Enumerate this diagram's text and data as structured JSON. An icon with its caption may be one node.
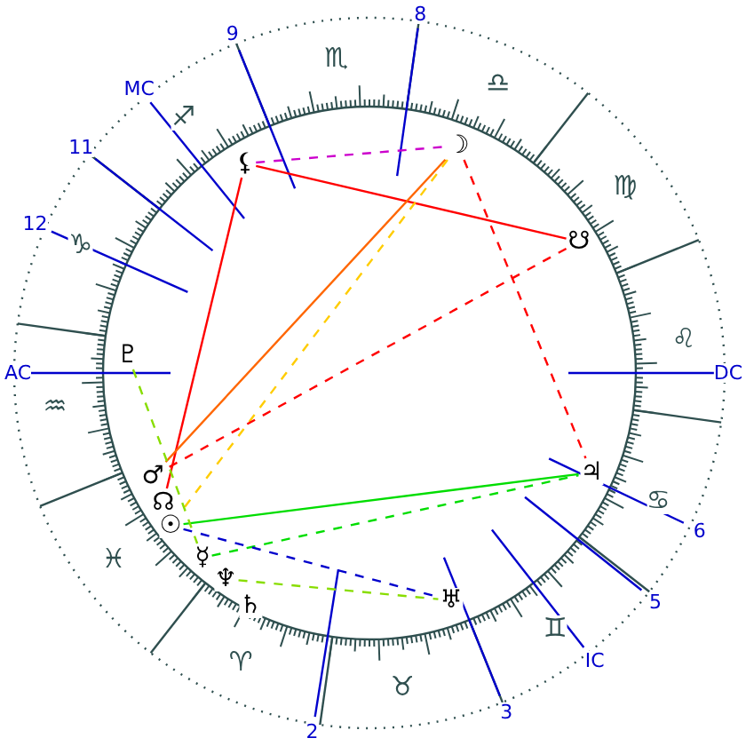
{
  "diagram": {
    "nodes": [
      {
        "text": [
          "⚸"
        ]
      },
      {
        "text": [
          "☽"
        ]
      },
      {
        "text": [
          "☋"
        ]
      },
      {
        "text": [
          "♇"
        ]
      },
      {
        "text": [
          "♂"
        ]
      },
      {
        "text": [
          "☊"
        ]
      },
      {
        "text": [
          "☉"
        ]
      },
      {
        "text": [
          "☿"
        ]
      },
      {
        "text": [
          "♆"
        ]
      },
      {
        "text": [
          "♄"
        ]
      },
      {
        "text": [
          "♃"
        ]
      },
      {
        "text": [
          "♅"
        ]
      }
    ],
    "edges": [
      {
        "from": 0,
        "to": 2,
        "arrow": "none",
        "color": "#ff0000"
      },
      {
        "from": 0,
        "to": 5,
        "arrow": "none",
        "color": "#ff0000"
      },
      {
        "from": 1,
        "to": 4,
        "arrow": "none",
        "color": "#ff6600"
      },
      {
        "from": 1,
        "to": 6,
        "arrow": "none",
        "style": "dashed",
        "color": "#ffcc00"
      },
      {
        "from": 0,
        "to": 1,
        "arrow": "none",
        "style": "dashed",
        "color": "#cc00cc"
      },
      {
        "from": 1,
        "to": 10,
        "arrow": "none",
        "style": "dashed",
        "color": "#ff0000"
      },
      {
        "from": 2,
        "to": 4,
        "arrow": "none",
        "style": "dashed",
        "color": "#ff0000"
      },
      {
        "from": 6,
        "to": 10,
        "arrow": "none",
        "color": "#00dd00"
      },
      {
        "from": 7,
        "to": 10,
        "arrow": "none",
        "style": "dashed",
        "color": "#00dd00"
      },
      {
        "from": 3,
        "to": 7,
        "arrow": "none",
        "style": "dashed",
        "color": "#88dd00"
      },
      {
        "from": 6,
        "to": 11,
        "arrow": "none",
        "style": "dashed",
        "color": "#0000cc"
      },
      {
        "from": 8,
        "to": 11,
        "arrow": "none",
        "style": "dashed",
        "color": "#88dd00"
      }
    ],
    "labels": [
      "9",
      "♏",
      "8",
      "MC",
      "♐",
      "♎",
      "11",
      "♍",
      "12",
      "♑",
      "♌",
      "AC",
      "DC",
      "♒",
      "♋",
      "6",
      "♓",
      "5",
      "IC",
      "♊",
      "♈",
      "♉",
      "2",
      "3"
    ]
  }
}
